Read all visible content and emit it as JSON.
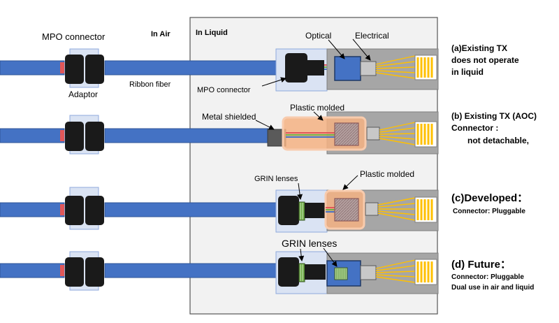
{
  "header": {
    "in_air": "In Air",
    "in_liquid": "In Liquid"
  },
  "labels": {
    "mpo_connector_top": "MPO connector",
    "adaptor": "Adaptor",
    "ribbon_fiber": "Ribbon fiber",
    "mpo_connector_inner": "MPO connector",
    "optical": "Optical",
    "electrical": "Electrical",
    "metal_shielded": "Metal shielded",
    "plastic_molded_b": "Plastic molded",
    "grin_lenses_c": "GRIN lenses",
    "plastic_molded_c": "Plastic molded",
    "grin_lenses_d": "GRIN lenses"
  },
  "cases": [
    {
      "id": "a",
      "lines": [
        "(a)Existing TX",
        "does not operate",
        "in liquid"
      ]
    },
    {
      "id": "b",
      "lines": [
        "(b) Existing TX  (AOC)",
        "Connector :",
        "not detachable,"
      ]
    },
    {
      "id": "c",
      "lines": [
        "(c)Developed：",
        "Connector: Pluggable"
      ]
    },
    {
      "id": "d",
      "lines": [
        "(d) Future：",
        "Connector: Pluggable",
        "Dual use in air and liquid"
      ]
    }
  ],
  "colors": {
    "fiber": "#4472c4",
    "fiber_edge": "#2f5597",
    "connector": "#1a1a1a",
    "adaptor": "#dae3f3",
    "module": "#a6a6a6",
    "optical_chip": "#4472c4",
    "molded": "#f4b183",
    "grin": "#70ad47",
    "pads": "#ffc000",
    "liquid_bg": "#f2f2f2"
  }
}
